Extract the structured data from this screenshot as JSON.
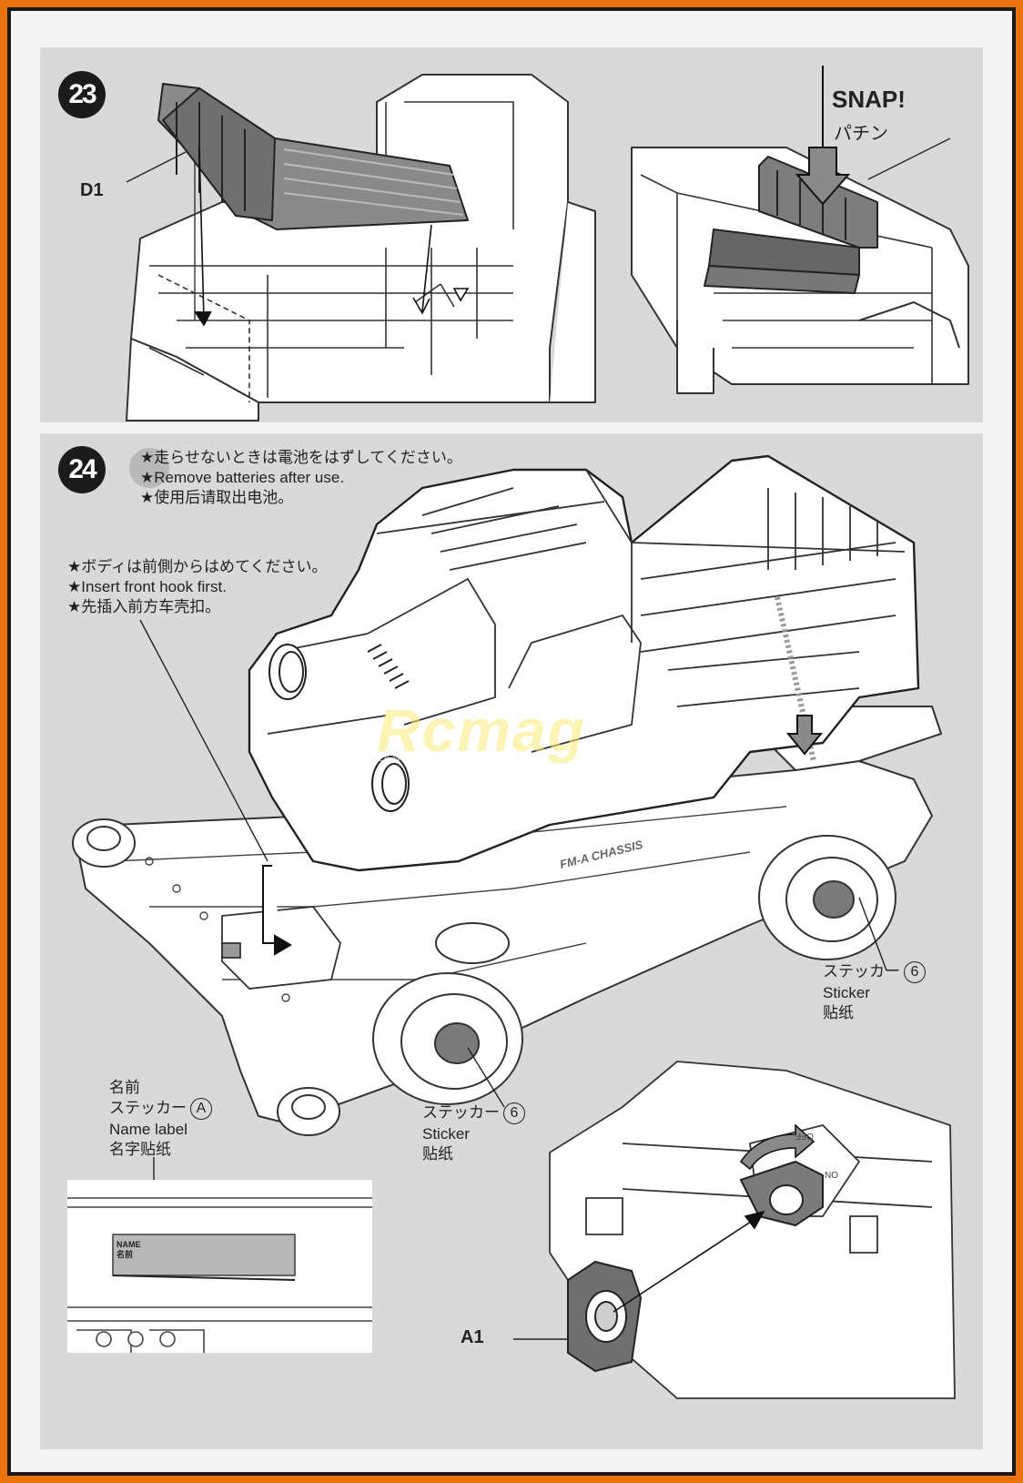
{
  "steps": {
    "step23": {
      "number": "23",
      "part_label": "D1",
      "snap_en": "SNAP!",
      "snap_ja": "パチン"
    },
    "step24": {
      "number": "24",
      "battery_note": [
        "★走らせないときは電池をはずしてください。",
        "★Remove batteries after use.",
        "★使用后请取出电池。"
      ],
      "hook_note": [
        "★ボディは前側からはめてください。",
        "★Insert front hook first.",
        "★先插入前方车壳扣。"
      ],
      "sticker_right": {
        "ja": "ステッカー",
        "num": "6",
        "en": "Sticker",
        "zh": "贴纸"
      },
      "sticker_bottom": {
        "ja": "ステッカー",
        "num": "6",
        "en": "Sticker",
        "zh": "贴纸"
      },
      "name_label": {
        "ja1": "名前",
        "ja2": "ステッカー",
        "letter": "A",
        "en": "Name label",
        "zh": "名字贴纸"
      },
      "name_plate": {
        "en": "NAME",
        "ja": "名前"
      },
      "part_a1": "A1",
      "chassis_text": "FM-A CHASSIS",
      "switch_off": "OFF",
      "switch_on": "ON"
    }
  },
  "watermark": {
    "brand": "Rcmag",
    "tagline": "Le Web Magazine du Modélisme RC"
  },
  "colors": {
    "border": "#e9740f",
    "panel": "#d9d9d9",
    "badge": "#1b1b1b",
    "part_fill": "#7a7a7a"
  }
}
